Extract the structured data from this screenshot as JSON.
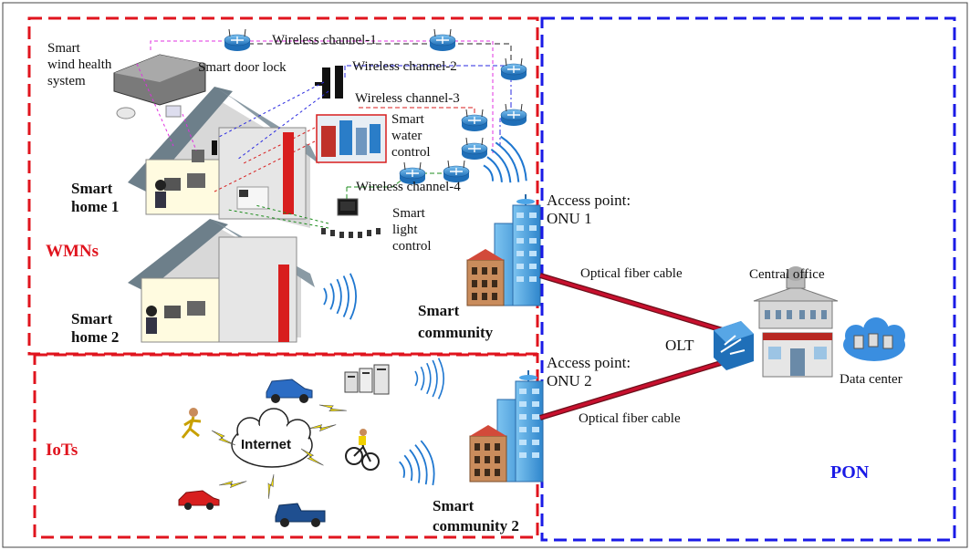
{
  "labels": {
    "wmns": "WMNs",
    "iots": "IoTs",
    "pon": "PON",
    "wind_health_1": "Smart",
    "wind_health_2": "wind health",
    "wind_health_3": "system",
    "door_lock": "Smart door lock",
    "wireless_channel_1": "Wireless channel-1",
    "wireless_channel_2": "Wireless channel-2",
    "wireless_channel_3": "Wireless channel-3",
    "wireless_channel_4": "Wireless channel-4",
    "water_control_1": "Smart",
    "water_control_2": "water",
    "water_control_3": "control",
    "light_control_1": "Smart",
    "light_control_2": "light",
    "light_control_3": "control",
    "smart_home_1_a": "Smart",
    "smart_home_1_b": "home 1",
    "smart_home_2_a": "Smart",
    "smart_home_2_b": "home 2",
    "smart_community_a": "Smart",
    "smart_community_b": "community",
    "smart_community_2_a": "Smart",
    "smart_community_2_b": "community 2",
    "access_point_1_a": "Access point:",
    "access_point_1_b": "ONU 1",
    "access_point_2_a": "Access point:",
    "access_point_2_b": "ONU 2",
    "optical_fiber_1": "Optical fiber cable",
    "optical_fiber_2": "Optical fiber cable",
    "central_office": "Central office",
    "olt": "OLT",
    "data_center": "Data center",
    "internet": "Internet"
  },
  "colors": {
    "wmn_border": "#e0141e",
    "pon_border": "#1a1ae6",
    "fiber": "#c8102e",
    "building": "#4da6e8",
    "router": "#2e8bd6",
    "label_red": "#e0141e",
    "label_blue": "#1a1ae6"
  }
}
